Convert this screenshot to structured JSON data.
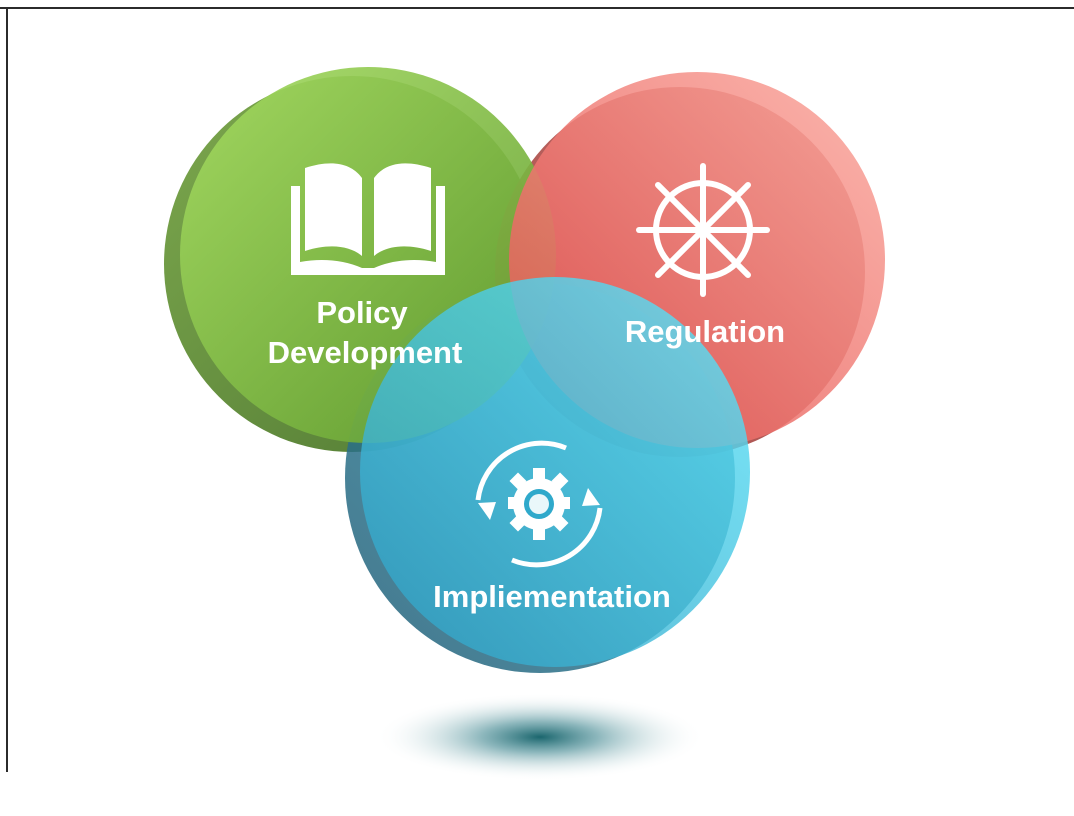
{
  "circles": [
    {
      "id": "policy",
      "label_lines": [
        "Policy",
        "Development"
      ],
      "icon": "open-book-icon",
      "color": "#7fbf3f"
    },
    {
      "id": "regulation",
      "label_lines": [
        "Regulation"
      ],
      "icon": "ship-wheel-icon",
      "color": "#f0645e"
    },
    {
      "id": "implementation",
      "label_lines": [
        "Impliementation"
      ],
      "icon": "gear-cycle-icon",
      "color": "#3fc6e6"
    }
  ],
  "colors": {
    "frame": "#2b2b2b",
    "shadow": "#0f5e66"
  }
}
